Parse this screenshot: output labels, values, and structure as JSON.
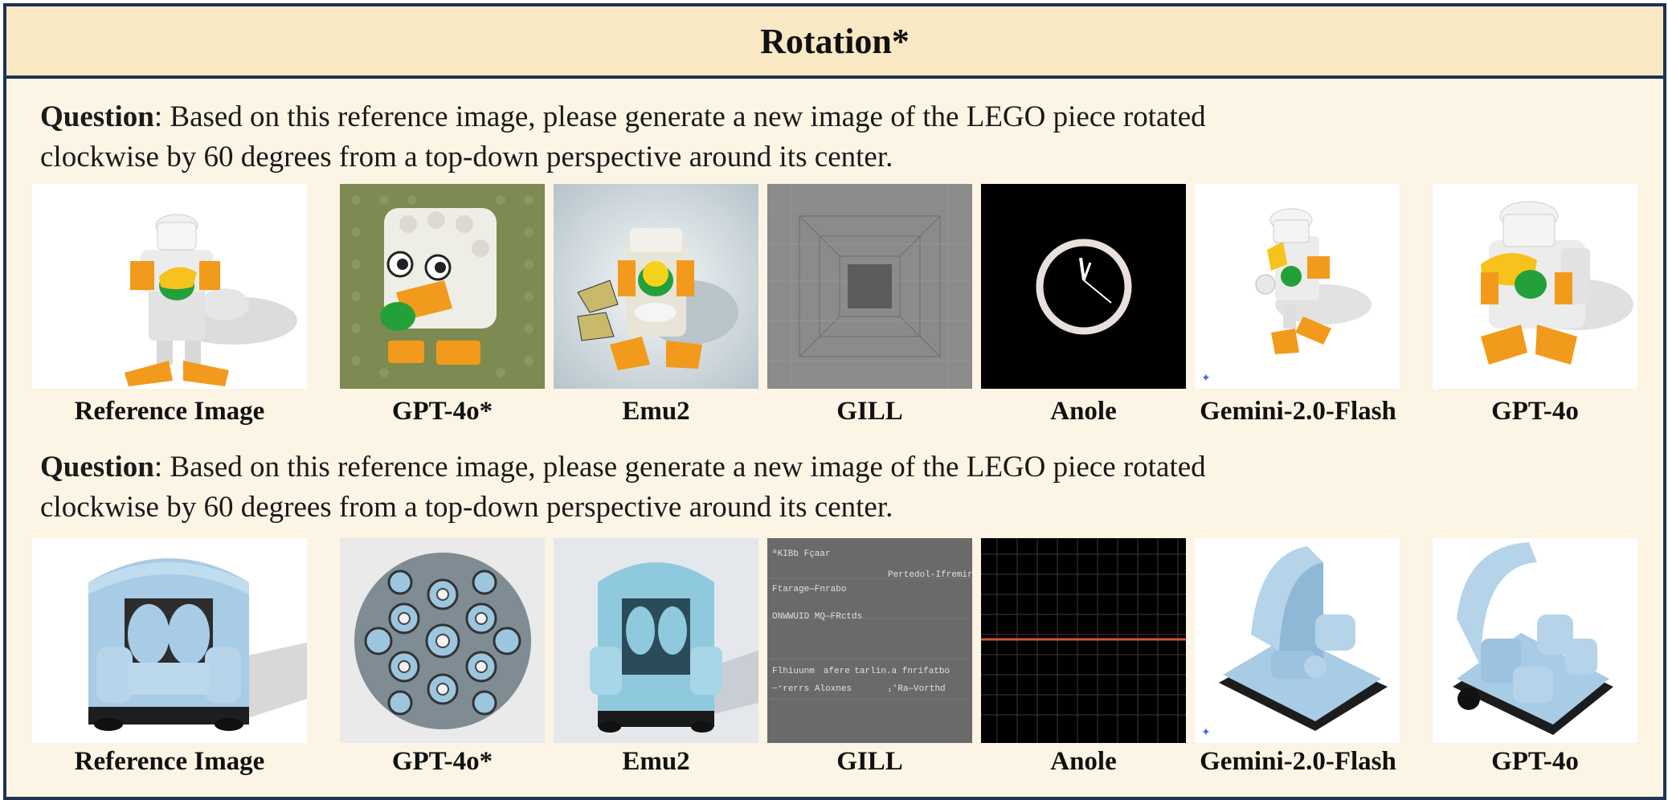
{
  "header": {
    "title": "Rotation*"
  },
  "rows": [
    {
      "question_label": "Question",
      "question_text": ": Based on this reference image, please generate a new image of the LEGO piece rotated",
      "question_text2": "clockwise by 60 degrees from a top-down perspective around its center.",
      "labels": [
        "Reference Image",
        "GPT-4o*",
        "Emu2",
        "GILL",
        "Anole",
        "Gemini-2.0-Flash",
        "GPT-4o"
      ]
    },
    {
      "question_label": "Question",
      "question_text": ": Based on this reference image, please generate a new image of the LEGO piece rotated",
      "question_text2": "clockwise by 60 degrees from a top-down perspective around its center.",
      "labels": [
        "Reference Image",
        "GPT-4o*",
        "Emu2",
        "GILL",
        "Anole",
        "Gemini-2.0-Flash",
        "GPT-4o"
      ]
    }
  ],
  "images": {
    "row1": [
      "lego-duck-reference",
      "lego-duck-gpt4o-star",
      "lego-duck-emu2",
      "noise-gill",
      "clock-anole",
      "lego-duck-gemini",
      "lego-duck-gpt4o"
    ],
    "row2": [
      "lego-arch-reference",
      "lego-cluster-gpt4o-star",
      "lego-arch-emu2",
      "text-noise-gill",
      "grid-anole",
      "lego-arch-gemini",
      "lego-arch-gpt4o"
    ]
  },
  "gill_text_row2": [
    "ªKIBb Fçaar",
    "Pertedol-Ifremirer",
    "Ftarage—Fnrabo",
    "ONWWUID MQ—FRctds",
    "Flhiuunm afere tarlin.a fnrifatbo",
    "−⁺rerrs Aloxnes     ₁′Ra—Vorthd"
  ],
  "colors": {
    "border": "#1f3352",
    "header_bg": "#f8e8c4",
    "panel_bg": "#fcf4e4",
    "lego_blue": "#a8cbe6",
    "lego_orange": "#f29a1c",
    "lego_green": "#23a03a"
  }
}
